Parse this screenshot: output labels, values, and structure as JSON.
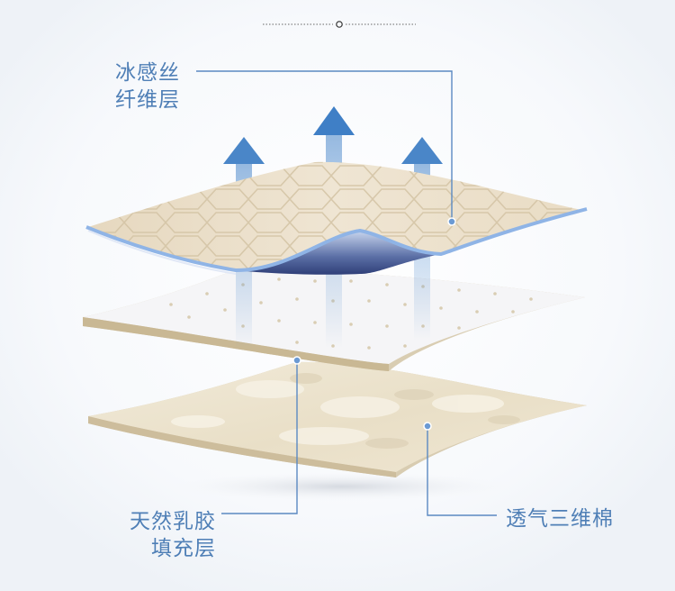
{
  "labels": {
    "top_layer": {
      "line1": "冰感丝",
      "line2": "纤维层"
    },
    "middle_layer": {
      "line1": "天然乳胶",
      "line2": "填充层"
    },
    "bottom_layer": {
      "text": "透气三维棉"
    }
  },
  "colors": {
    "label_text": "#4f7fb6",
    "leader_line": "#5b89c2",
    "quilted_fabric": "#e8dcc6",
    "latex_layer": "#f4f4f6",
    "cotton_layer": "#efe8d6",
    "arrow": "#4a86c8"
  },
  "icons": [
    "up-arrow-icon",
    "up-arrow-icon",
    "up-arrow-icon",
    "dot-marker-icon"
  ]
}
